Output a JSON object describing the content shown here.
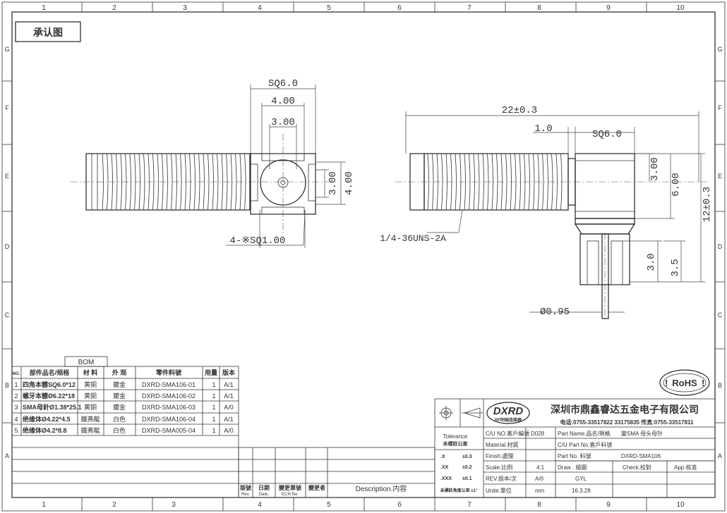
{
  "sheet": {
    "title_box": "承认图",
    "col_numbers": [
      "1",
      "2",
      "3",
      "4",
      "5",
      "6",
      "7",
      "8",
      "9",
      "10"
    ],
    "row_letters": [
      "G",
      "F",
      "E",
      "D",
      "C",
      "B",
      "A"
    ]
  },
  "front_view": {
    "sq6": "SQ6.0",
    "d400": "4.00",
    "d300": "3.00",
    "v300": "3.00",
    "v400": "4.00",
    "sq1": "4-※SQ1.00"
  },
  "side_view": {
    "len": "22±0.3",
    "d10": "1.0",
    "sq6": "SQ6.0",
    "v300": "3.00",
    "v600": "6.00",
    "v12": "12±0.3",
    "thread": "1/4-36UNS-2A",
    "v30": "3.0",
    "v35": "3.5",
    "pin": "Ø0.95"
  },
  "bom": {
    "label": "BOM",
    "headers": [
      "NO.",
      "部件品名/规格",
      "材 料",
      "外 观",
      "零件料號",
      "用量",
      "版本"
    ],
    "rows": [
      {
        "no": "1",
        "name": "四角本體SQ6.0*12",
        "mat": "黄銅",
        "finish": "鍍金",
        "part": "DXRD-SMA106-01",
        "qty": "1",
        "rev": "A/1"
      },
      {
        "no": "2",
        "name": "螺牙本體Ø6.22*18",
        "mat": "黄銅",
        "finish": "鍍金",
        "part": "DXRD-SMA106-02",
        "qty": "1",
        "rev": "A/1"
      },
      {
        "no": "3",
        "name": "SMA母針Ø1.38*25.1",
        "mat": "黄銅",
        "finish": "鍍金",
        "part": "DXRD-SMA106-03",
        "qty": "1",
        "rev": "A/0"
      },
      {
        "no": "4",
        "name": "绝缘体Ø4.22*4.5",
        "mat": "鐵弗龍",
        "finish": "白色",
        "part": "DXRD-SMA106-04",
        "qty": "1",
        "rev": "A/1"
      },
      {
        "no": "5",
        "name": "绝缘体Ø4.2*8.8",
        "mat": "鐵弗龍",
        "finish": "白色",
        "part": "DXRD-SMA005-04",
        "qty": "1",
        "rev": "A/0"
      }
    ]
  },
  "revision": {
    "rev": "版號",
    "rev_en": "Rev.",
    "date": "日期",
    "date_en": "Date.",
    "ecn": "變更單號",
    "ecn_en": "ECN No.",
    "changer": "變更者",
    "desc": "Description.内容"
  },
  "title_block": {
    "logo": "DXRD",
    "logo_sub": "RF同轴连接器",
    "company": "深圳市鼎鑫睿达五金电子有限公司",
    "contact": "电话:0755-33517822 33175835 传真:0755-33517811",
    "tol_title": "Tolerance",
    "tol_sub": "未標註公差",
    "tol_rows": [
      {
        "k": ".X",
        "v": "±0.3"
      },
      {
        "k": ".XX",
        "v": "±0.2"
      },
      {
        "k": ".XXX",
        "v": "±0.1"
      }
    ],
    "tol_angle": "未標註角度公差 ±1°",
    "cu_no_label": "C/U NO.客戶編號",
    "cu_no_value": "D028",
    "part_name_label": "Part Name.品名/規格",
    "part_name_value": "變SMA 母头母针",
    "material_label": "Material.材質",
    "cu_part_label": "C/U Part No.客戶料號",
    "finish_label": "Finish.處理",
    "part_no_label": "Part No. 料號",
    "part_no_value": "DXRD-SMA106",
    "scale_label": "Scale.比例",
    "scale_value": "4:1",
    "draw_label": "Draw . 繪圖",
    "check_label": "Check.校對",
    "app_label": "App.核准",
    "rev_label": "REV.版本/次",
    "rev_value": "A/0",
    "draw_value": "GYL",
    "unit_label": "Unite.單位",
    "unit_value": "mm",
    "date_value": "16.3.28"
  },
  "rohs": {
    "text": "RoHS",
    "mark": "!"
  }
}
